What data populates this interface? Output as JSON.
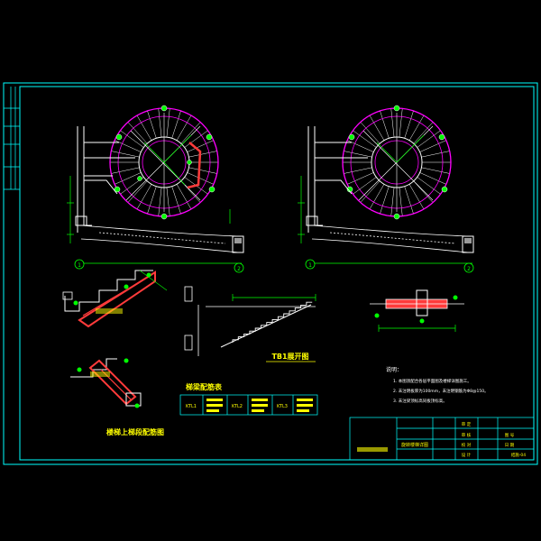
{
  "drawing": {
    "sheet_caption": "楼梯上梯段配筋图",
    "developed_view_title": "TB1展开图",
    "beam_table_title": "梯梁配筋表",
    "beam_table": {
      "labels": [
        "KTL1",
        "KTL2",
        "KTL3"
      ]
    },
    "notes": {
      "heading": "说明：",
      "lines": [
        "1. 本图须配合各层平面图及楼梯详图施工。",
        "2. 未注明板厚为100mm，未注明钢筋为Φ8@150。",
        "3. 未注梁顶标高同板顶标高。"
      ]
    },
    "title_block": {
      "labels": [
        "审 定",
        "审 核",
        "校 对",
        "设 计",
        "图 号",
        "日 期"
      ],
      "drawing_name": "旋转楼梯详图",
      "sheet_no": "结施-04"
    },
    "axis_markers": [
      "1",
      "2",
      "1",
      "2"
    ],
    "colors": {
      "background": "#000000",
      "frame": "#00ffff",
      "structure": "#ffffff",
      "rebar": "#ff3b3b",
      "dimension": "#00ff00",
      "stair": "#ff00ff",
      "text": "#ffff00"
    }
  }
}
